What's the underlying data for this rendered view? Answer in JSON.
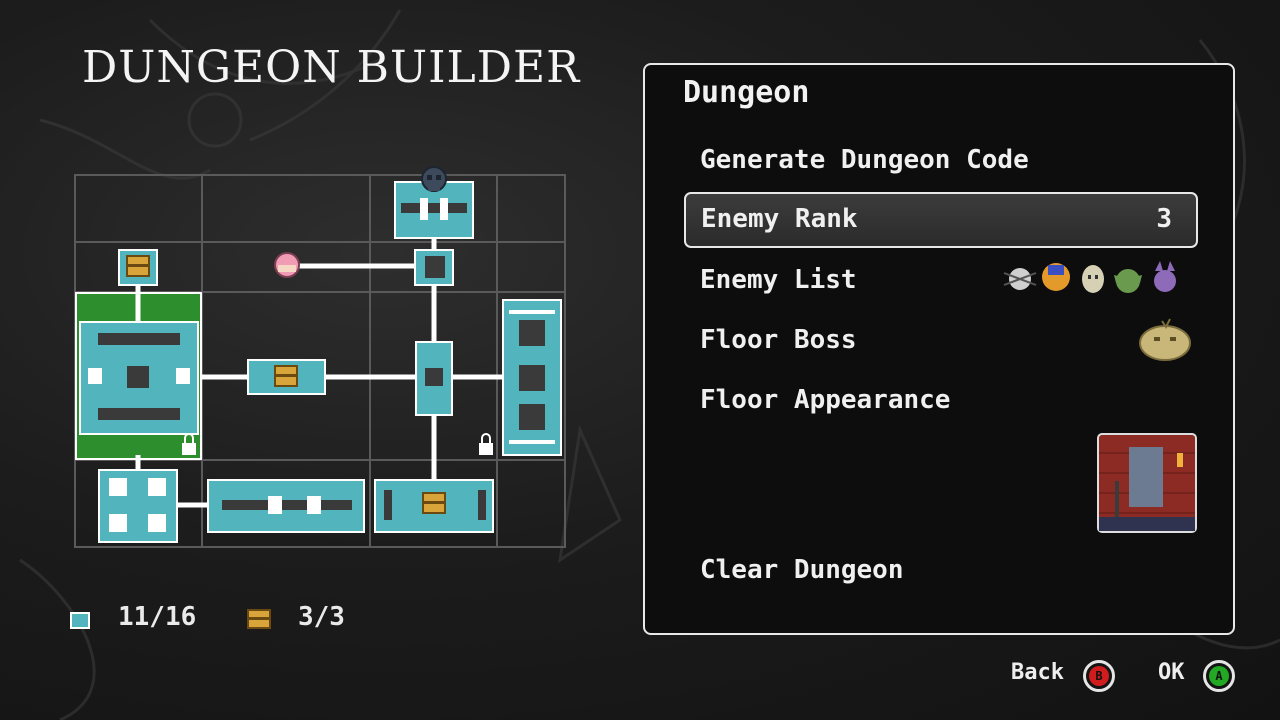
{
  "title": "DUNGEON BUILDER",
  "counters": {
    "rooms": "11/16",
    "chests": "3/3"
  },
  "panel": {
    "title": "Dungeon",
    "items": [
      {
        "label": "Generate Dungeon Code"
      },
      {
        "label": "Enemy Rank",
        "value": "3"
      },
      {
        "label": "Enemy List"
      },
      {
        "label": "Floor Boss"
      },
      {
        "label": "Floor Appearance"
      },
      {
        "label": "Clear Dungeon"
      }
    ]
  },
  "footer": {
    "back_label": "Back",
    "back_key": "B",
    "ok_label": "OK",
    "ok_key": "A"
  },
  "colors": {
    "room": "#52b5be",
    "grass": "#2c8e2c",
    "btn_b": "#d01c1c",
    "btn_a": "#22a822"
  },
  "icons": [
    "skull-icon",
    "hero-head-icon",
    "chest-icon",
    "lock-icon",
    "room-icon",
    "enemy-spider-icon",
    "enemy-knight-icon",
    "enemy-ghost-icon",
    "enemy-goblin-icon",
    "enemy-bat-icon",
    "floor-boss-icon",
    "floor-appearance-thumbnail"
  ]
}
